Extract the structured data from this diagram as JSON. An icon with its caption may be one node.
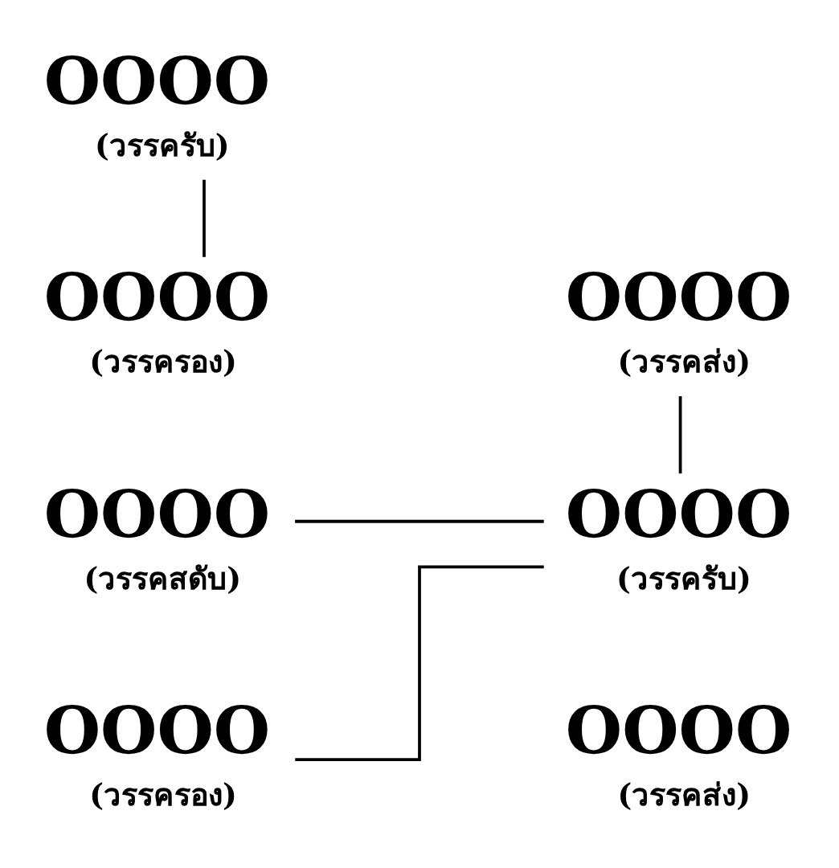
{
  "diagram": {
    "nodes": [
      {
        "text": [
          "OOOO"
        ],
        "beside": [
          "(วรรครับ)"
        ]
      },
      {
        "text": [
          "OOOO"
        ],
        "beside": [
          "(วรรครอง)"
        ]
      },
      {
        "text": [
          "OOOO"
        ],
        "beside": [
          "(วรรคส่ง)"
        ]
      },
      {
        "text": [
          "OOOO"
        ],
        "beside": [
          "(วรรคสดับ)"
        ]
      },
      {
        "text": [
          "OOOO"
        ],
        "beside": [
          "(วรรครับ)"
        ]
      },
      {
        "text": [
          "OOOO"
        ],
        "beside": [
          "(วรรครอง)"
        ]
      },
      {
        "text": [
          "OOOO"
        ],
        "beside": [
          "(วรรคส่ง)"
        ]
      }
    ],
    "edges": [
      {
        "from": 0,
        "to": 1,
        "arrow": "none"
      },
      {
        "from": 2,
        "to": 4,
        "arrow": "none"
      },
      {
        "from": 3,
        "to": 4,
        "arrow": "none"
      },
      {
        "from": 4,
        "to": 5,
        "arrow": "none"
      }
    ]
  }
}
